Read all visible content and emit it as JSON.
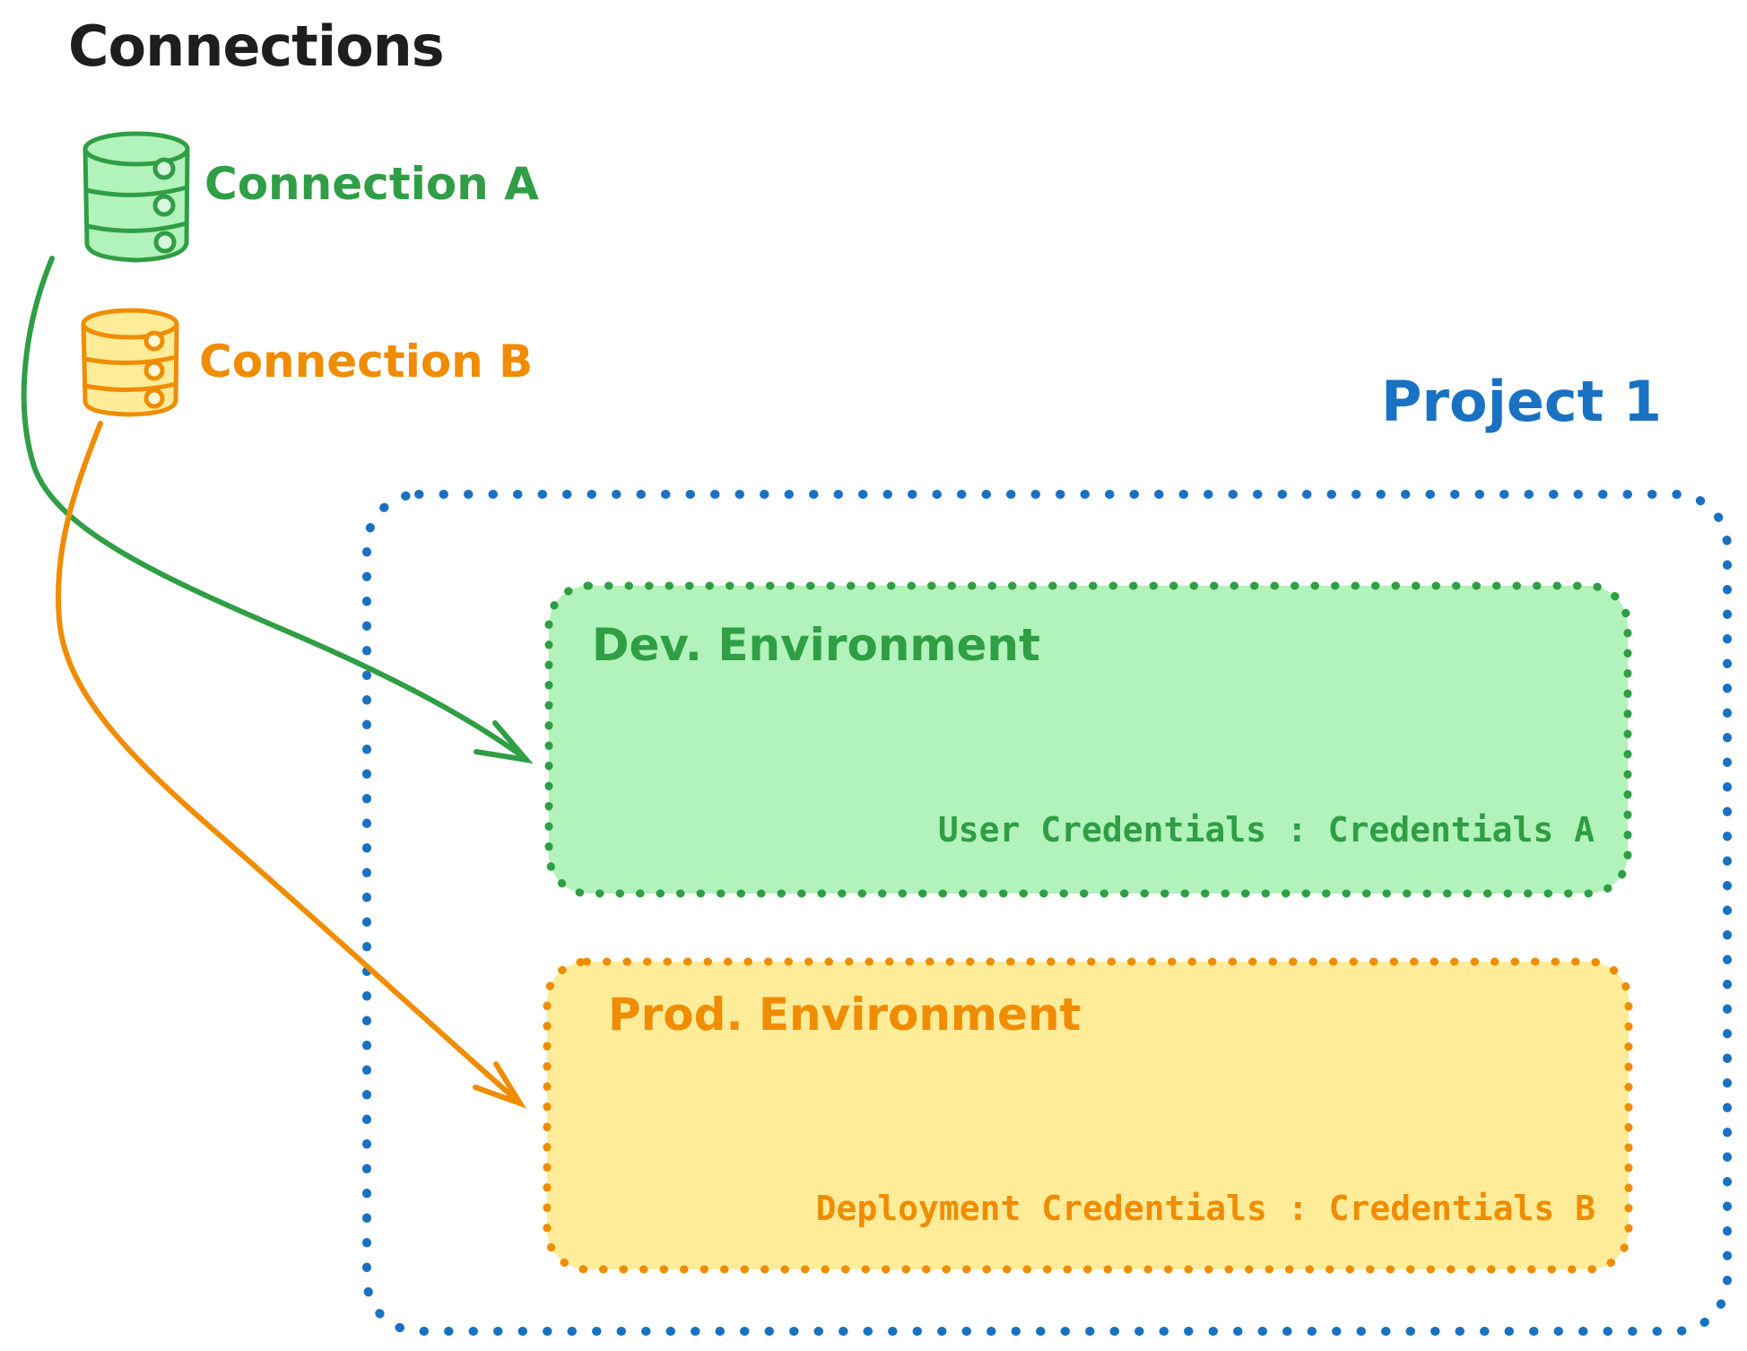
{
  "diagram": {
    "title": "Connections",
    "connections": [
      {
        "id": "A",
        "label": "Connection A",
        "icon": "database-icon",
        "stroke_color": "#2f9e44",
        "fill_color": "#b2f2bb"
      },
      {
        "id": "B",
        "label": "Connection B",
        "icon": "database-icon",
        "stroke_color": "#f08c00",
        "fill_color": "#ffec99"
      }
    ],
    "project": {
      "label": "Project 1",
      "border_color": "#1971c2",
      "border_style": "dotted",
      "environments": [
        {
          "label": "Dev. Environment",
          "credentials_label": "User Credentials : Credentials A",
          "stroke_color": "#2f9e44",
          "fill_color": "#b2f2bb",
          "linked_connection": "Connection A"
        },
        {
          "label": "Prod. Environment",
          "credentials_label": "Deployment Credentials : Credentials B",
          "stroke_color": "#f08c00",
          "fill_color": "#ffec99",
          "linked_connection": "Connection B"
        }
      ]
    },
    "arrows": [
      {
        "from": "Connection A",
        "to": "Dev. Environment",
        "color": "#2f9e44"
      },
      {
        "from": "Connection B",
        "to": "Prod. Environment",
        "color": "#f08c00"
      }
    ],
    "colors": {
      "black": "#1e1e1e",
      "green_stroke": "#2f9e44",
      "green_fill": "#b2f2bb",
      "orange_stroke": "#f08c00",
      "orange_fill": "#ffec99",
      "blue": "#1971c2"
    }
  }
}
